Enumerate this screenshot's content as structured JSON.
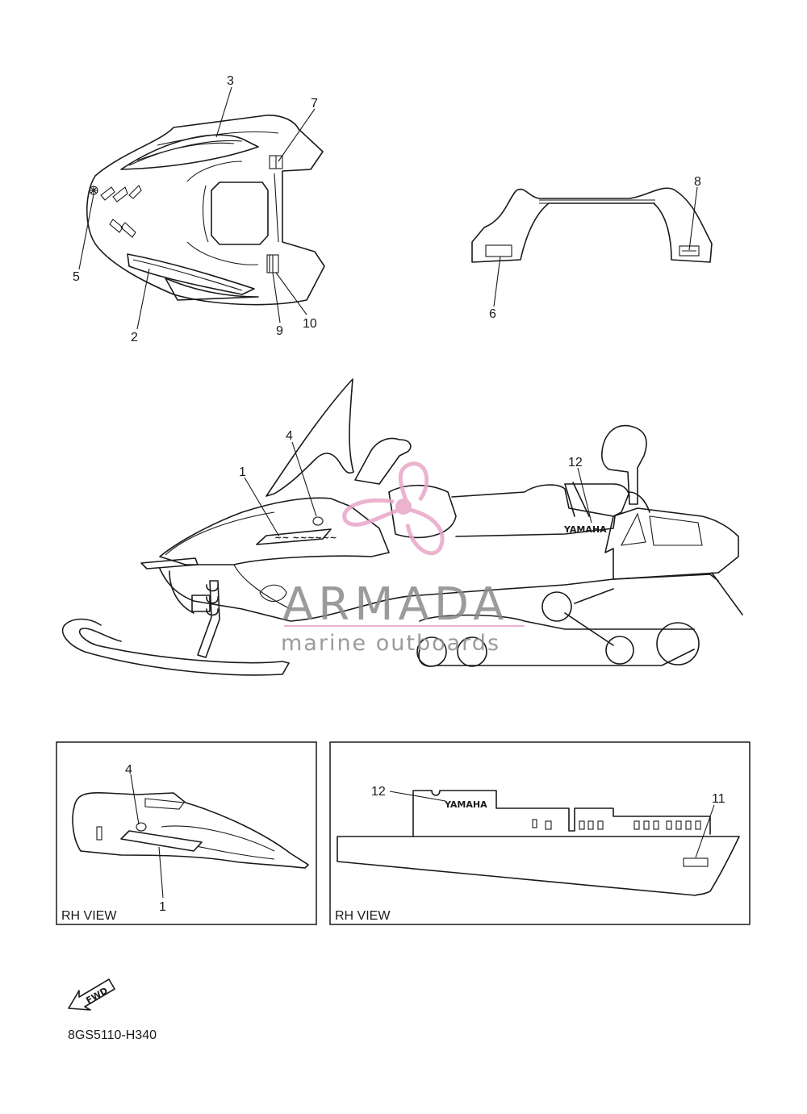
{
  "callouts": {
    "n1": "1",
    "n2": "2",
    "n3": "3",
    "n4": "4",
    "n5": "5",
    "n6": "6",
    "n7": "7",
    "n8": "8",
    "n9": "9",
    "n10": "10",
    "n11": "11",
    "n12": "12"
  },
  "insets": {
    "left": {
      "caption": "RH VIEW",
      "callout_4": "4",
      "callout_1": "1"
    },
    "right": {
      "caption": "RH VIEW",
      "callout_12": "12",
      "callout_11": "11",
      "logo": "YAMAHA"
    }
  },
  "main_view": {
    "logo": "YAMAHA"
  },
  "direction_arrow": "FWD",
  "diagram_code": "8GS5110-H340",
  "watermark": {
    "brand": "ARMADA",
    "tagline": "marine outboards"
  },
  "colors": {
    "line": "#1a1a1a",
    "watermark_pink": "#e8a6c8",
    "watermark_gray": "#8a8a8a"
  }
}
